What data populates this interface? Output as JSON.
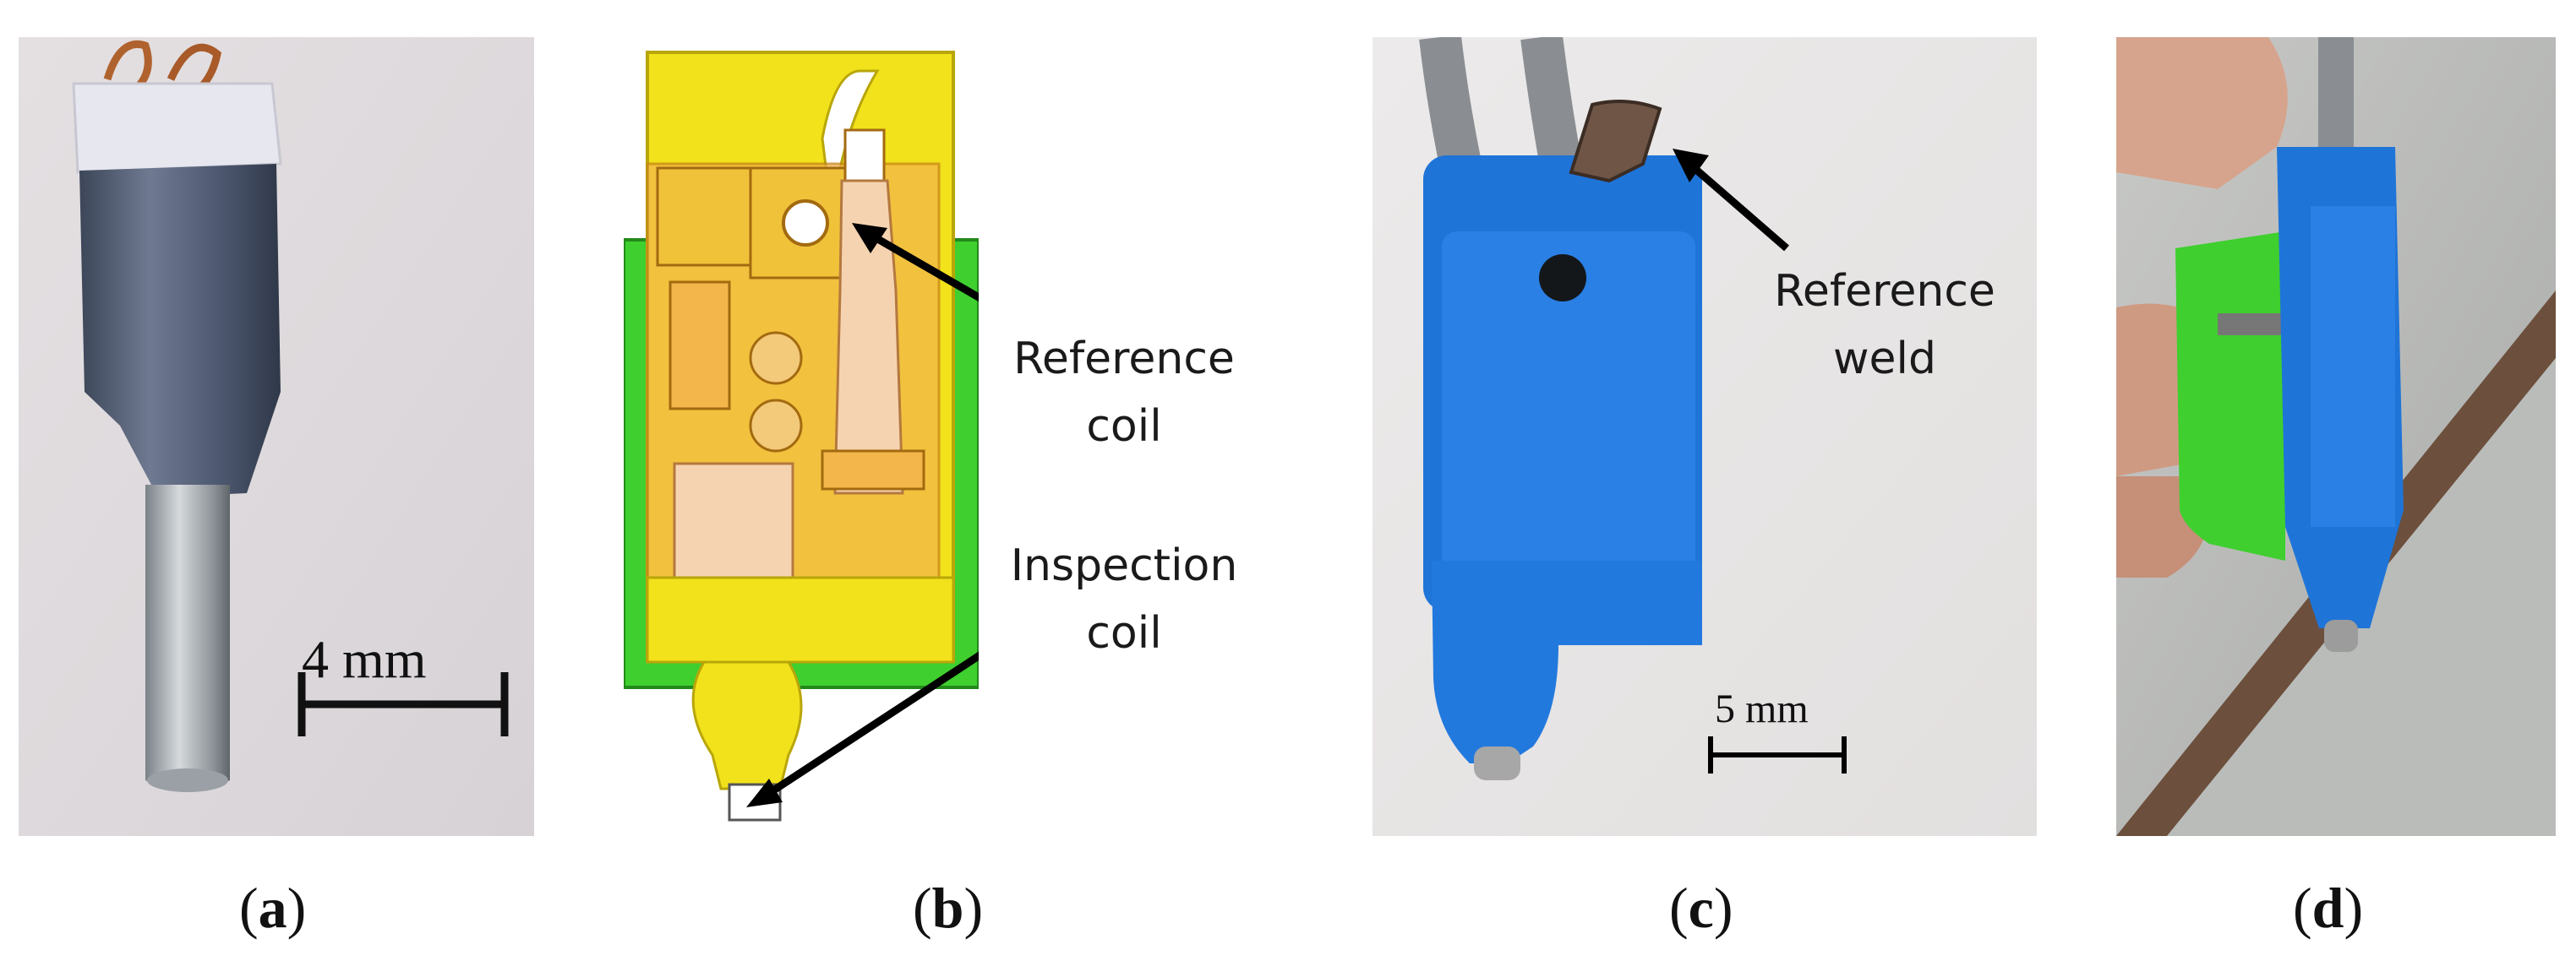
{
  "panels": {
    "a": {
      "caption_letter": "a",
      "scale_bar_label": "4 mm"
    },
    "b": {
      "caption_letter": "b",
      "annotations": [
        {
          "line1": "Reference",
          "line2": "coil"
        },
        {
          "line1": "Inspection",
          "line2": "coil"
        }
      ]
    },
    "c": {
      "caption_letter": "c",
      "annotation": {
        "line1": "Reference",
        "line2": "weld"
      },
      "scale_bar_label": "5 mm"
    },
    "d": {
      "caption_letter": "d"
    }
  },
  "colors": {
    "probe_blue": "#1f74d8",
    "holder_green": "#3fcf2f",
    "cad_yellow": "#f2e21b",
    "cad_orange": "#f3b64a",
    "coil_peach": "#f6d3b0"
  }
}
